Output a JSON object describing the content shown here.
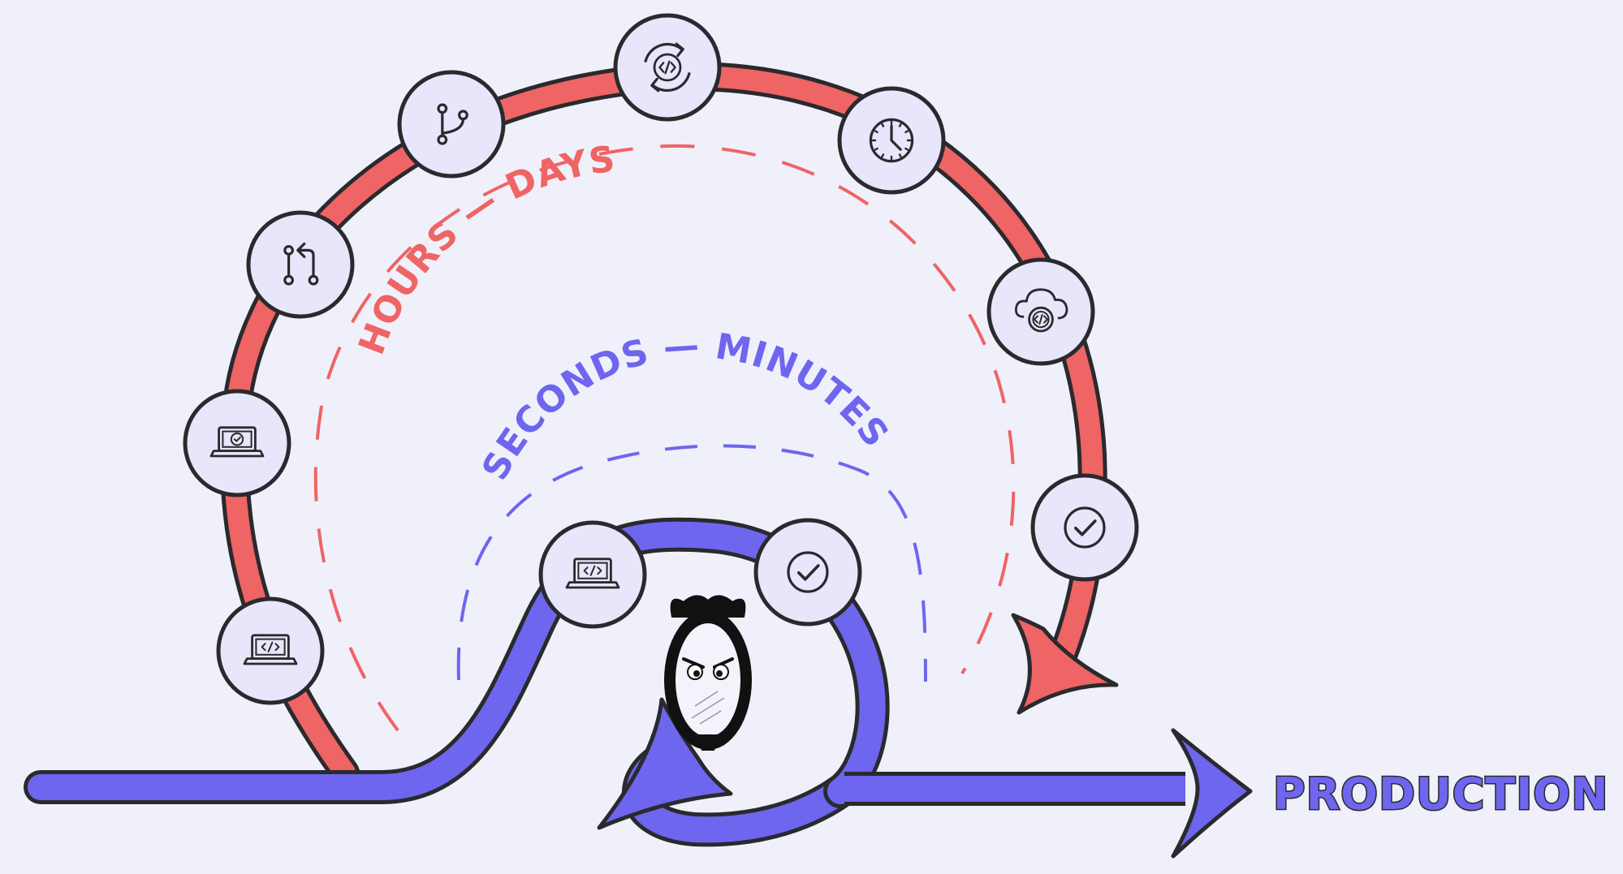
{
  "labels": {
    "slow_loop": "HOURS — DAYS",
    "fast_loop": "SECONDS — MINUTES",
    "destination": "PRODUCTION"
  },
  "colors": {
    "background": "#f0f0fb",
    "slow_loop": "#ef6464",
    "fast_loop": "#6e66ee",
    "outline": "#2a2a2e",
    "node_fill": "#e7e6fb"
  },
  "slow_loop_steps": [
    {
      "icon": "laptop-code-icon"
    },
    {
      "icon": "laptop-check-icon"
    },
    {
      "icon": "pull-request-icon"
    },
    {
      "icon": "git-branch-icon"
    },
    {
      "icon": "code-sync-icon"
    },
    {
      "icon": "clock-icon"
    },
    {
      "icon": "cloud-code-icon"
    },
    {
      "icon": "check-circle-icon"
    }
  ],
  "fast_loop_steps": [
    {
      "icon": "laptop-code-icon"
    },
    {
      "icon": "check-circle-icon"
    }
  ],
  "mascot": {
    "icon": "angry-mirror-icon"
  }
}
